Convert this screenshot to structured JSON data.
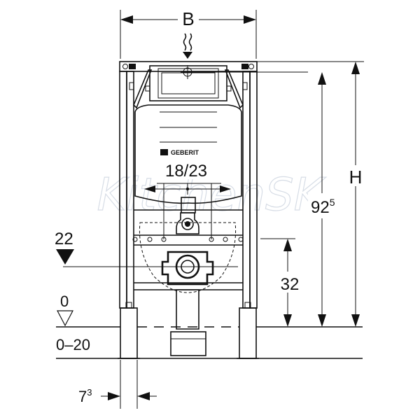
{
  "dimensions": {
    "width_label": "B",
    "height_label": "H",
    "flush_distance": "18/23",
    "height_92_main": "92",
    "height_92_sup": "5",
    "drain_height": "22",
    "connection_height": "32",
    "floor_level": "0",
    "floor_range": "0–20",
    "offset_main": "7",
    "offset_sup": "3"
  },
  "brand_logo": "GEBERIT",
  "watermark": "KitchenSK",
  "icons": [
    "water-supply-icon",
    "floor-level-marker-icon",
    "drain-level-marker-icon",
    "arrow-icon"
  ]
}
